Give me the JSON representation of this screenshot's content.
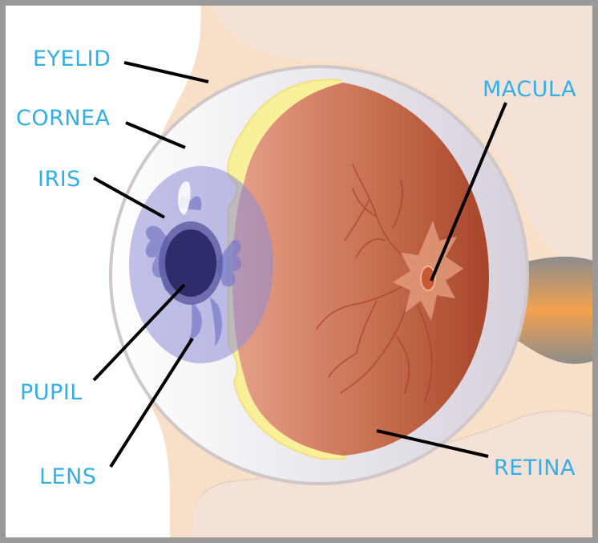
{
  "colors": {
    "label": "#33aee6",
    "leader": "#000000",
    "frame": "#999999",
    "skin": "#f8dfc4",
    "skin_far": "#f3e0d6",
    "sclera": "#dcd7e1",
    "retina_light": "#e09276",
    "retina_dark": "#a94a2b",
    "retina_yellow": "#fbf29b",
    "iris": "#8f8fd4",
    "pupil": "#2e2c6a",
    "optic_nerve": "#f3a550"
  },
  "labels": {
    "eyelid": "EYELID",
    "cornea": "CORNEA",
    "iris": "IRIS",
    "pupil": "PUPIL",
    "lens": "LENS",
    "macula": "MACULA",
    "retina": "RETINA"
  }
}
